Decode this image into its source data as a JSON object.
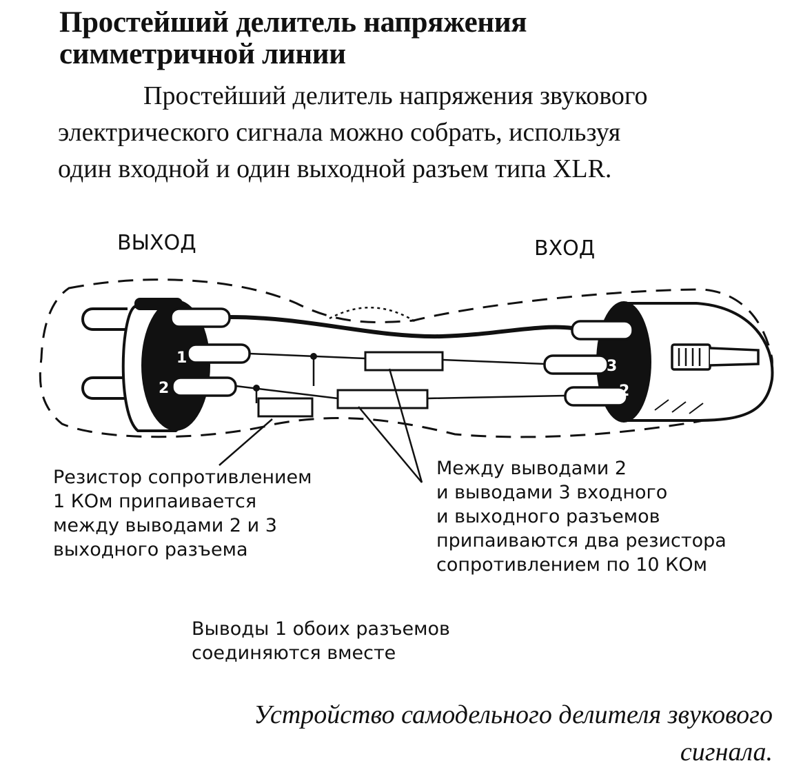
{
  "document": {
    "title_line1": "Простейший делитель напряжения",
    "title_line2": "симметричной линии",
    "intro_lines": [
      "Простейший делитель напряжения звукового",
      "электрического сигнала можно собрать, используя",
      "один входной и один выходной разъем типа XLR."
    ]
  },
  "diagram": {
    "label_output": "ВЫХОД",
    "label_input": "ВХОД",
    "pin_labels_output": [
      "1",
      "2"
    ],
    "pin_labels_input": [
      "3",
      "2"
    ],
    "note_left_lines": [
      "Резистор сопротивлением",
      "1 КОм припаивается",
      "между выводами 2 и 3",
      "выходного разъема"
    ],
    "note_right_lines": [
      "Между выводами 2",
      "и выводами 3 входного",
      "и выходного разъемов",
      "припаиваются два резистора",
      "сопротивлением по 10 КОм"
    ],
    "note_bottom_lines": [
      "Выводы 1 обоих разъемов",
      "соединяются вместе"
    ]
  },
  "caption_lines": [
    "Устройство самодельного делителя звукового",
    "сигнала."
  ]
}
